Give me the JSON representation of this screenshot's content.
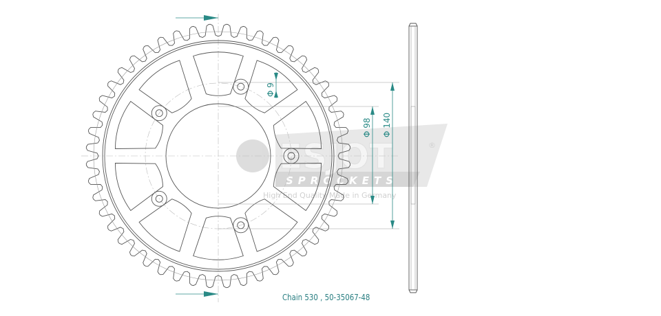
{
  "drawing": {
    "teeth": 48,
    "bolt_holes": 5,
    "dimensions": {
      "hole_diameter": "Φ 9",
      "bolt_circle": "Φ 98",
      "outer_bolt": "Φ 140"
    },
    "caption": "Chain 530 , 50-35067-48"
  },
  "watermark": {
    "brand": "ESJOT",
    "sub": "SPROCKETS",
    "tagline": "High End Quality Made in Germany",
    "registered": "®"
  },
  "colors": {
    "dimension": "#2a8a86",
    "line": "#555555",
    "watermark": "#d9d9d9"
  }
}
